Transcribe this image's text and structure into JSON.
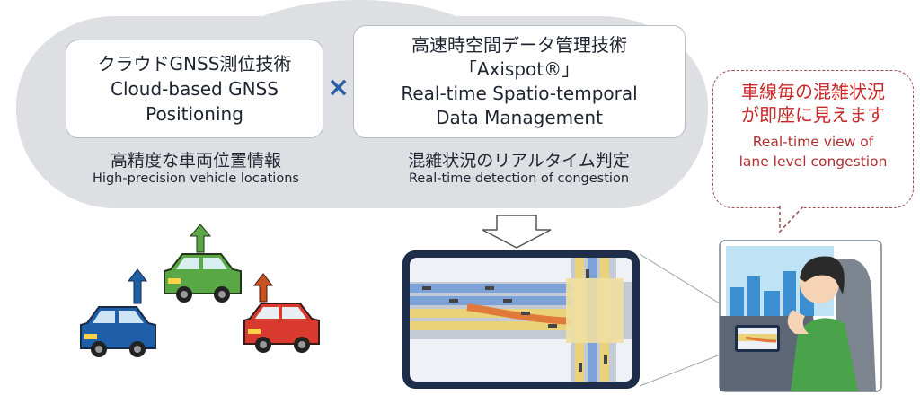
{
  "box_left": {
    "title_ja": "クラウドGNSS測位技術",
    "title_en_line1": "Cloud-based GNSS",
    "title_en_line2": "Positioning"
  },
  "operator": "×",
  "box_right": {
    "title_ja": "高速時空間データ管理技術",
    "product": "「Axispot®」",
    "title_en_line1": "Real-time Spatio-temporal",
    "title_en_line2": "Data Management"
  },
  "caption_left": {
    "ja": "高精度な車両位置情報",
    "en": "High-precision vehicle locations"
  },
  "caption_right": {
    "ja": "混雑状況のリアルタイム判定",
    "en": "Real-time detection of congestion"
  },
  "bubble": {
    "ja_line1": "車線毎の混雑状況",
    "ja_line2": "が即座に見えます",
    "en_line1": "Real-time view of",
    "en_line2": "lane level congestion"
  },
  "colors": {
    "cloud": "#dddfe3",
    "accent_blue": "#2b5fa5",
    "bubble_red": "#c62828",
    "car_blue": "#1f5fa8",
    "car_green": "#5aa845",
    "car_red": "#d93a2f",
    "map_frame": "#1e2e4a"
  }
}
